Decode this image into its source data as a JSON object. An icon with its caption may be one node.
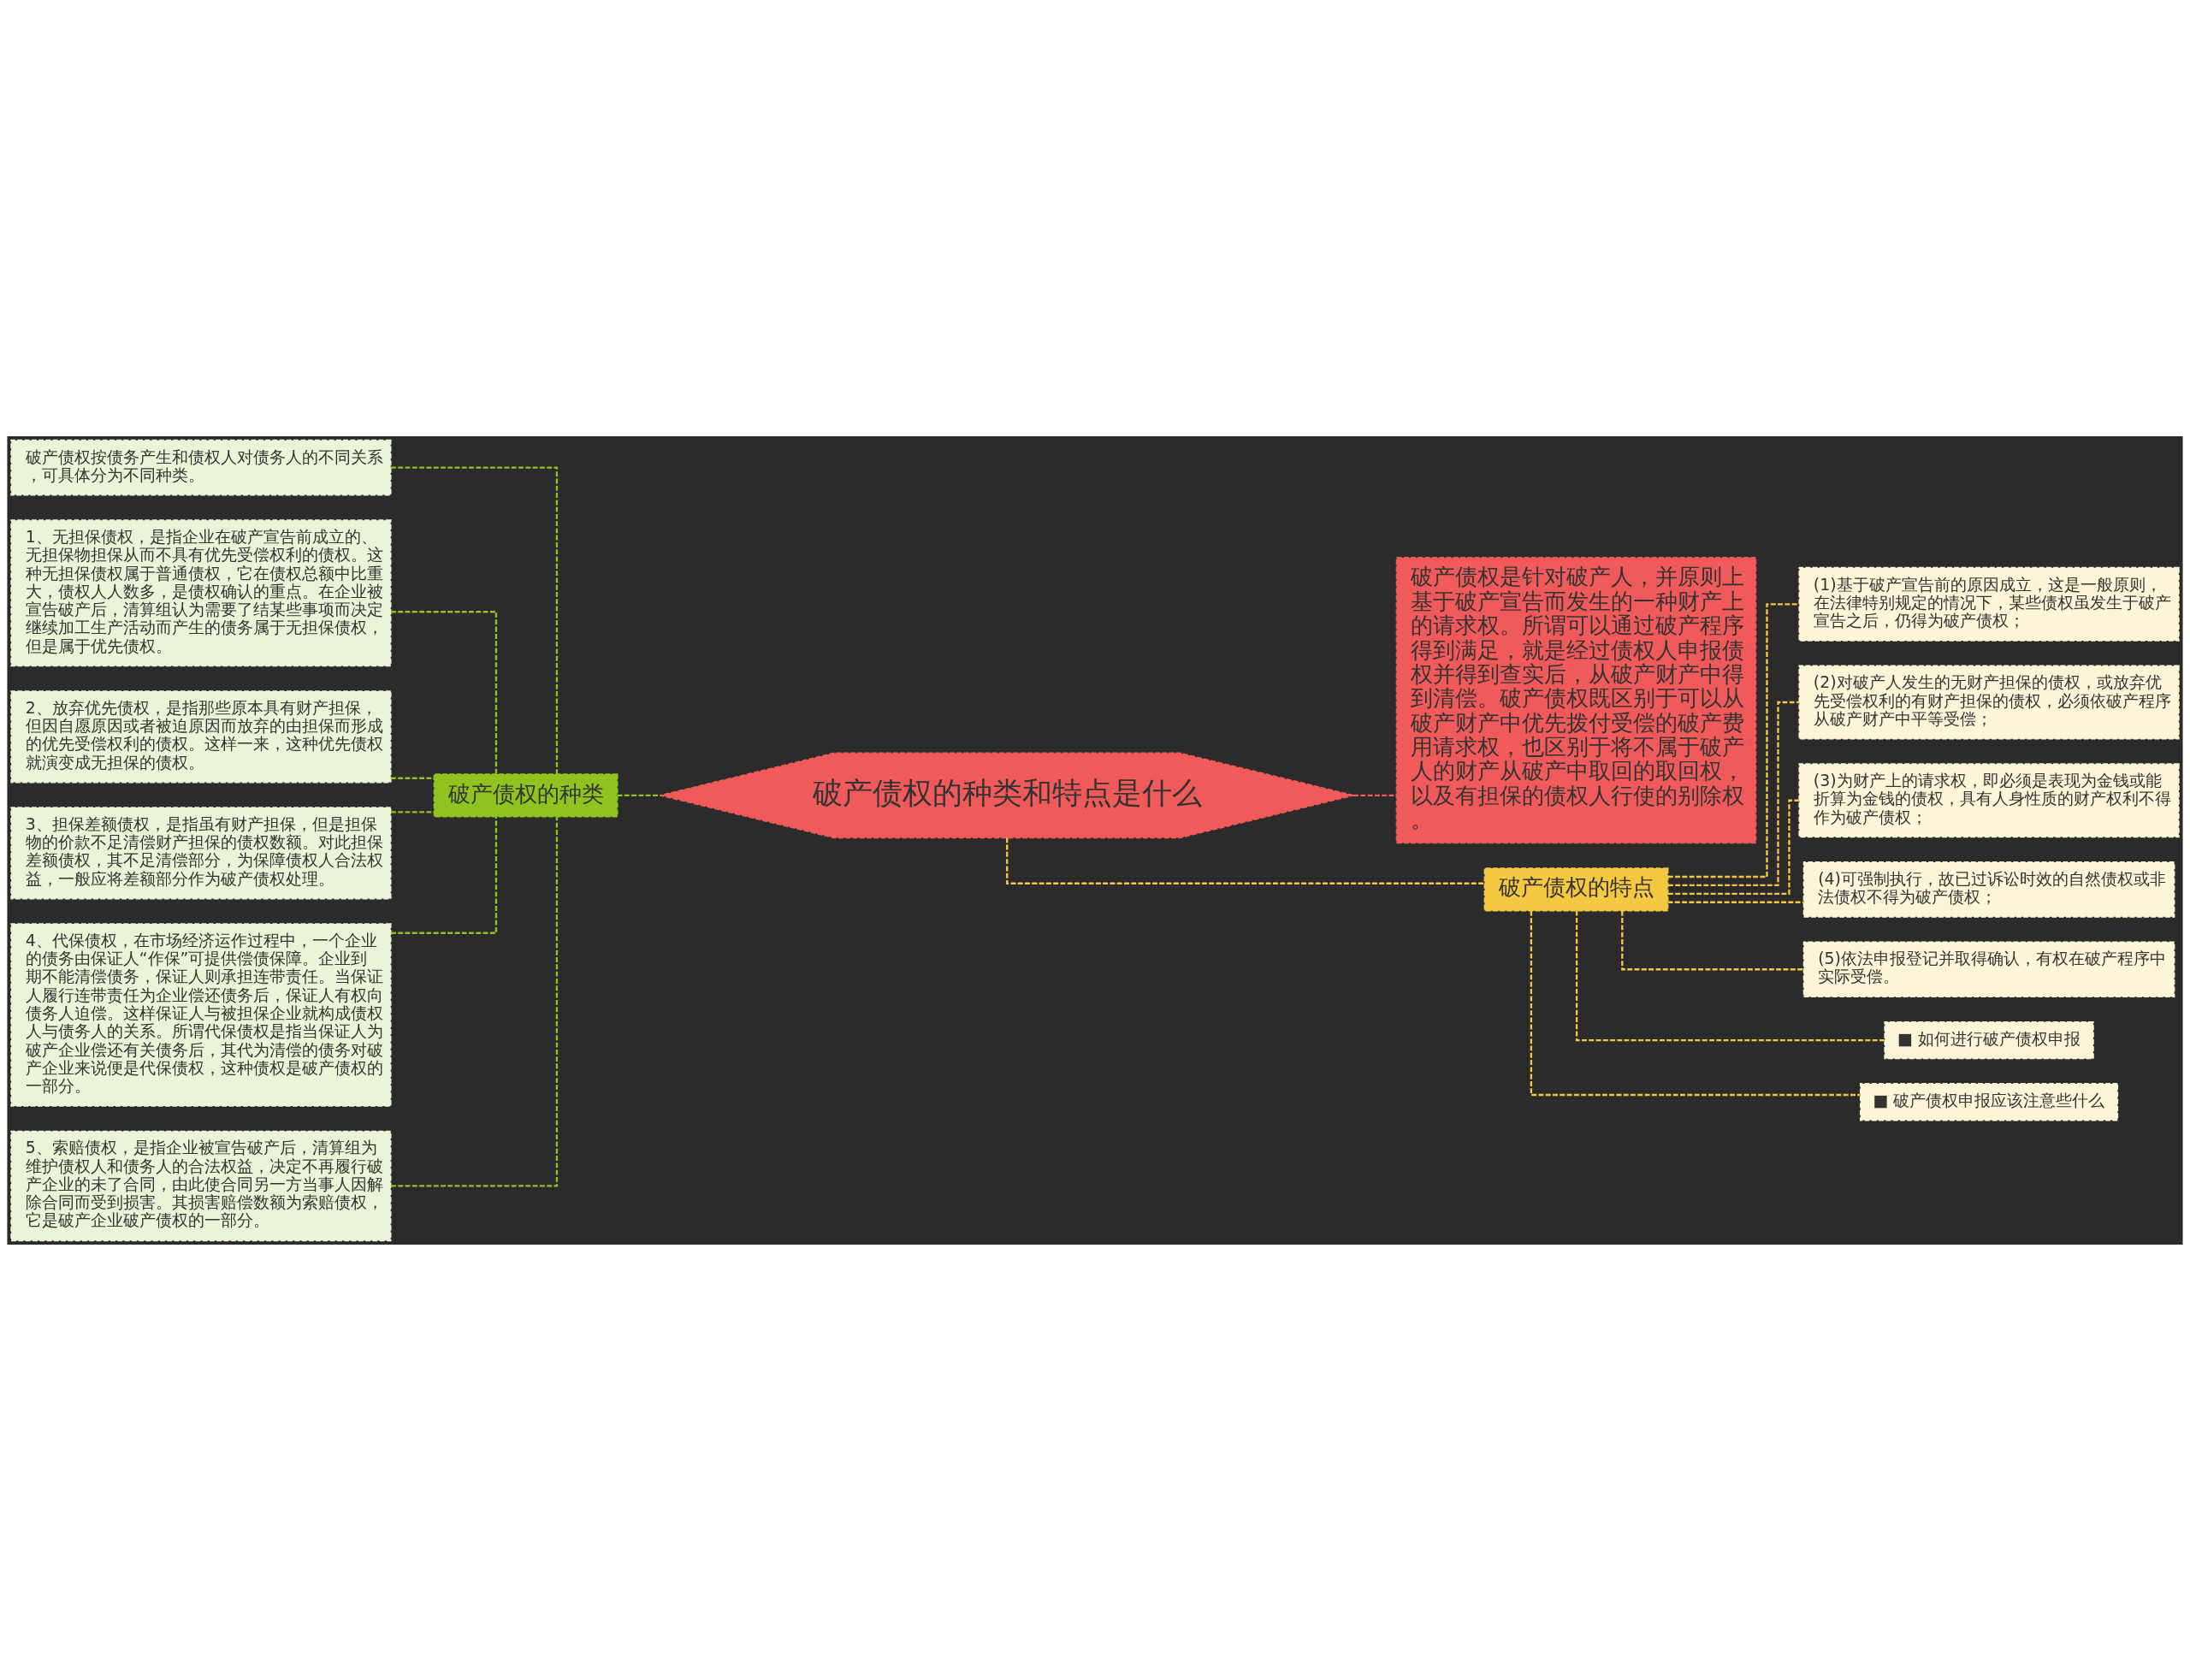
{
  "diagram": {
    "nodes": [
      {
        "text": [
          "破产债权的种类和特点是什么"
        ]
      },
      {
        "text": [
          "破产债权的种类"
        ]
      },
      {
        "text": [
          "破产债权按债务产生和债权人对债务人的不同关系，可具体分为不同种类。"
        ]
      },
      {
        "text": [
          "1、无担保债权，是指企业在破产宣告前成立的、无担保物担保从而不具有优先受偿权利的债权。这种无担保债权属于普通债权，它在债权总额中比重大，债权人人数多，是债权确认的重点。在企业被宣告破产后，清算组认为需要了结某些事项而决定继续加工生产活动而产生的债务属于无担保债权，但是属于优先债权。"
        ]
      },
      {
        "text": [
          "2、放弃优先债权，是指那些原本具有财产担保，但因自愿原因或者被迫原因而放弃的由担保而形成的优先受偿权利的债权。这样一来，这种优先债权就演变成无担保的债权。"
        ]
      },
      {
        "text": [
          "3、担保差额债权，是指虽有财产担保，但是担保物的价款不足清偿财产担保的债权数额。对此担保差额债权，其不足清偿部分，为保障债权人合法权益，一般应将差额部分作为破产债权处理。"
        ]
      },
      {
        "text": [
          "4、代保债权，在市场经济运作过程中，一个企业的债务由保证人“作保”可提供偿债保障。企业到期不能清偿债务，保证人则承担连带责任。当保证人履行连带责任为企业偿还债务后，保证人有权向债务人迫偿。这样保证人与被担保企业就构成债权人与债务人的关系。所谓代保债权是指当保证人为破产企业偿还有关债务后，其代为清偿的债务对破产企业来说便是代保债权，这种债权是破产债权的一部分。"
        ]
      },
      {
        "text": [
          "5、索赔债权，是指企业被宣告破产后，清算组为维护债权人和债务人的合法权益，决定不再履行破产企业的未了合同，由此使合同另一方当事人因解除合同而受到损害。其损害赔偿数额为索赔债权，它是破产企业破产债权的一部分。"
        ]
      },
      {
        "text": [
          "破产债权是针对破产人，并原则上基于破产宣告而发生的一种财产上的请求权。所谓可以通过破产程序得到满足，就是经过债权人申报债权并得到查实后，从破产财产中得到清偿。破产债权既区别于可以从破产财产中优先拨付受偿的破产费用请求权，也区别于将不属于破产人的财产从破产中取回的取回权，以及有担保的债权人行使的别除权。"
        ]
      },
      {
        "text": [
          "破产债权的特点"
        ]
      },
      {
        "text": [
          "(1)基于破产宣告前的原因成立，这是一般原则，在法律特别规定的情况下，某些债权虽发生于破产宣告之后，仍得为破产债权；"
        ]
      },
      {
        "text": [
          "(2)对破产人发生的无财产担保的债权，或放弃优先受偿权利的有财产担保的债权，必须依破产程序从破产财产中平等受偿；"
        ]
      },
      {
        "text": [
          "(3)为财产上的请求权，即必须是表现为金钱或能折算为金钱的债权，具有人身性质的财产权利不得作为破产债权；"
        ]
      },
      {
        "text": [
          "(4)可强制执行，故已过诉讼时效的自然债权或非法债权不得为破产债权；"
        ]
      },
      {
        "text": [
          "(5)依法申报登记并取得确认，有权在破产程序中实际受偿。"
        ]
      },
      {
        "text": [
          "■ 如何进行破产债权申报"
        ]
      },
      {
        "text": [
          "■ 破产债权申报应该注意些什么"
        ]
      }
    ],
    "edges": [
      {
        "from": 0,
        "to": 1,
        "arrow": "none",
        "style": "dashed",
        "color": "#8fc31f"
      },
      {
        "from": 1,
        "to": 2,
        "arrow": "none",
        "style": "dashed",
        "color": "#8fc31f"
      },
      {
        "from": 1,
        "to": 3,
        "arrow": "none",
        "style": "dashed",
        "color": "#8fc31f"
      },
      {
        "from": 1,
        "to": 4,
        "arrow": "none",
        "style": "dashed",
        "color": "#8fc31f"
      },
      {
        "from": 1,
        "to": 5,
        "arrow": "none",
        "style": "dashed",
        "color": "#8fc31f"
      },
      {
        "from": 1,
        "to": 6,
        "arrow": "none",
        "style": "dashed",
        "color": "#8fc31f"
      },
      {
        "from": 1,
        "to": 7,
        "arrow": "none",
        "style": "dashed",
        "color": "#8fc31f"
      },
      {
        "from": 0,
        "to": 8,
        "arrow": "none",
        "style": "dashed",
        "color": "#f05a5a"
      },
      {
        "from": 0,
        "to": 9,
        "arrow": "none",
        "style": "dashed",
        "color": "#f5c842"
      },
      {
        "from": 9,
        "to": 10,
        "arrow": "none",
        "style": "dashed",
        "color": "#f5c842"
      },
      {
        "from": 9,
        "to": 11,
        "arrow": "none",
        "style": "dashed",
        "color": "#f5c842"
      },
      {
        "from": 9,
        "to": 12,
        "arrow": "none",
        "style": "dashed",
        "color": "#f5c842"
      },
      {
        "from": 9,
        "to": 13,
        "arrow": "none",
        "style": "dashed",
        "color": "#f5c842"
      },
      {
        "from": 9,
        "to": 14,
        "arrow": "none",
        "style": "dashed",
        "color": "#f5c842"
      },
      {
        "from": 9,
        "to": 15,
        "arrow": "none",
        "style": "dashed",
        "color": "#f5c842"
      },
      {
        "from": 9,
        "to": 16,
        "arrow": "none",
        "style": "dashed",
        "color": "#f5c842"
      }
    ]
  }
}
